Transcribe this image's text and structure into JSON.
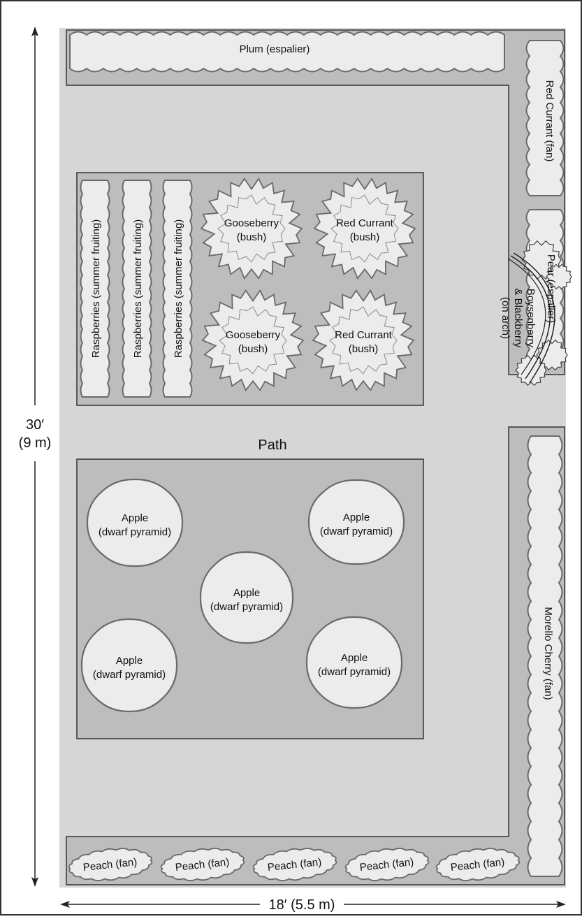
{
  "colors": {
    "page_border": "#333333",
    "garden_fill": "#d6d6d6",
    "bed_fill": "#bdbdbd",
    "plant_fill": "#ececec",
    "plant_stroke": "#6a6a6a",
    "line": "#222222"
  },
  "dimensions": {
    "height_label": "30′",
    "height_metric": "(9 m)",
    "width_label": "18′ (5.5 m)"
  },
  "path_label": "Path",
  "plants": {
    "plum": "Plum (espalier)",
    "red_currant_fan": "Red Currant (fan)",
    "pear": "Pear (espalier)",
    "boysenberry_line1": "Boysenberry",
    "boysenberry_line2": "& Blackberry",
    "boysenberry_line3": "(on arch)",
    "morello": "Morello Cherry (fan)",
    "raspberries": [
      "Raspberries (summer fruiting)",
      "Raspberries (summer fruiting)",
      "Raspberries (summer fruiting)"
    ],
    "bushes": [
      {
        "name": "Gooseberry",
        "form": "(bush)"
      },
      {
        "name": "Red Currant",
        "form": "(bush)"
      },
      {
        "name": "Gooseberry",
        "form": "(bush)"
      },
      {
        "name": "Red Currant",
        "form": "(bush)"
      }
    ],
    "apples": [
      {
        "name": "Apple",
        "form": "(dwarf pyramid)"
      },
      {
        "name": "Apple",
        "form": "(dwarf pyramid)"
      },
      {
        "name": "Apple",
        "form": "(dwarf pyramid)"
      },
      {
        "name": "Apple",
        "form": "(dwarf pyramid)"
      },
      {
        "name": "Apple",
        "form": "(dwarf pyramid)"
      }
    ],
    "peaches": [
      "Peach (fan)",
      "Peach (fan)",
      "Peach (fan)",
      "Peach (fan)",
      "Peach (fan)"
    ]
  }
}
